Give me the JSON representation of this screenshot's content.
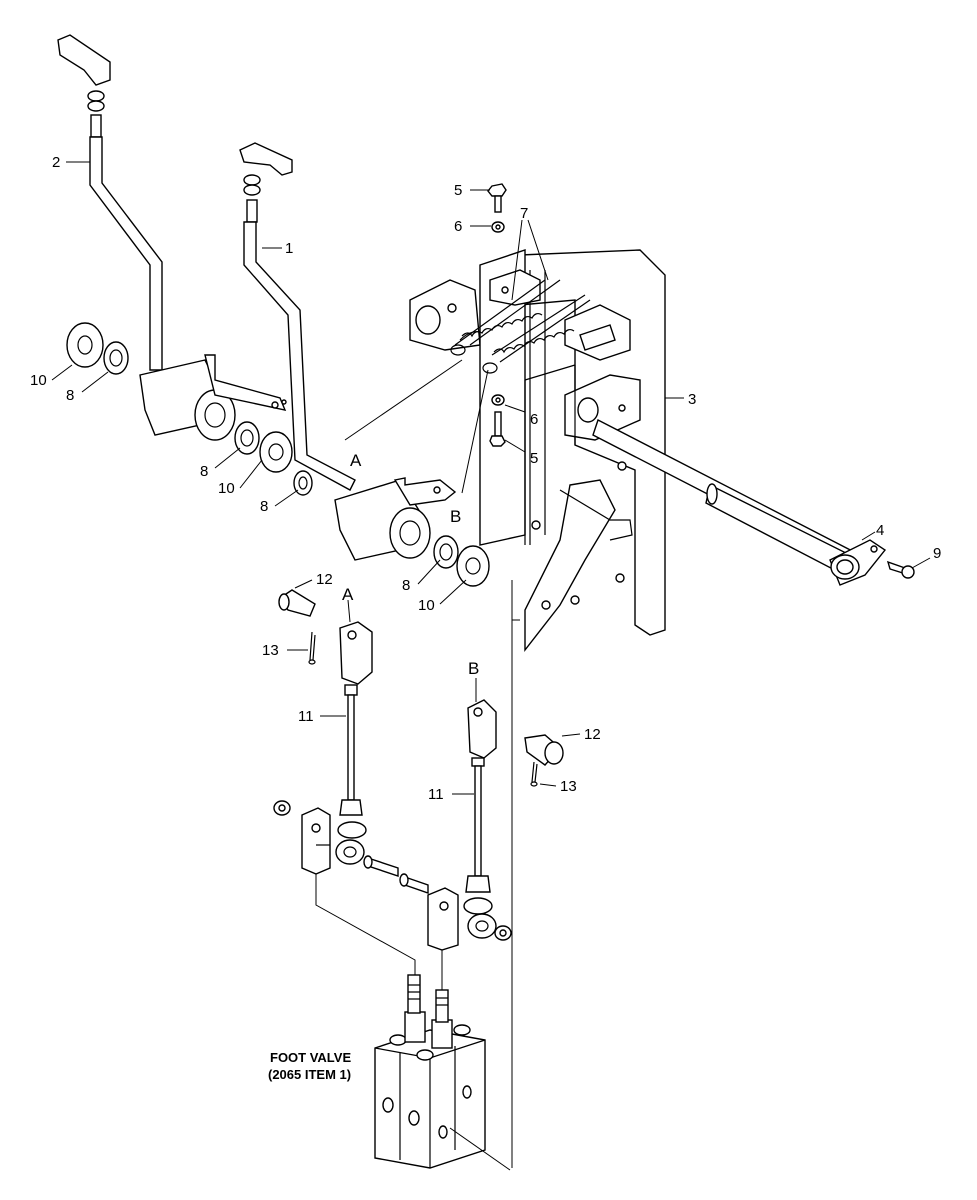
{
  "callouts": {
    "c1": "1",
    "c2": "2",
    "c3": "3",
    "c4": "4",
    "c5a": "5",
    "c5b": "5",
    "c6a": "6",
    "c6b": "6",
    "c7": "7",
    "c8a": "8",
    "c8b": "8",
    "c8c": "8",
    "c8d": "8",
    "c9": "9",
    "c10a": "10",
    "c10b": "10",
    "c10c": "10",
    "c11a": "11",
    "c11b": "11",
    "c12a": "12",
    "c12b": "12",
    "c13a": "13",
    "c13b": "13"
  },
  "connection_labels": {
    "a_upper": "A",
    "b_upper": "B",
    "a_lower": "A",
    "b_lower": "B"
  },
  "foot_valve_note": {
    "line1": "FOOT VALVE",
    "line2": "(2065 ITEM 1)"
  }
}
